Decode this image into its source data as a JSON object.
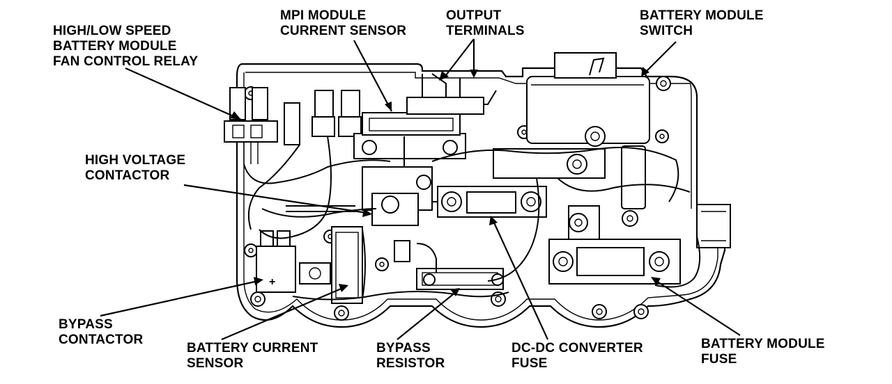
{
  "labels": {
    "fan_relay": [
      "HIGH/LOW SPEED",
      "BATTERY MODULE",
      "FAN CONTROL RELAY"
    ],
    "mpi_sensor": [
      "MPI MODULE",
      "CURRENT SENSOR"
    ],
    "output_terminals": [
      "OUTPUT",
      "TERMINALS"
    ],
    "battery_switch": [
      "BATTERY MODULE",
      "SWITCH"
    ],
    "hv_contactor": [
      "HIGH VOLTAGE",
      "CONTACTOR"
    ],
    "bypass_contactor": [
      "BYPASS",
      "CONTACTOR"
    ],
    "battery_current_sensor": [
      "BATTERY CURRENT",
      "SENSOR"
    ],
    "bypass_resistor": [
      "BYPASS",
      "RESISTOR"
    ],
    "dcdc_fuse": [
      "DC-DC CONVERTER",
      "FUSE"
    ],
    "battery_fuse": [
      "BATTERY MODULE",
      "FUSE"
    ]
  },
  "symbols": {
    "plus_marker": "+"
  },
  "colors": {
    "ink": "#000000",
    "paper": "#ffffff"
  }
}
